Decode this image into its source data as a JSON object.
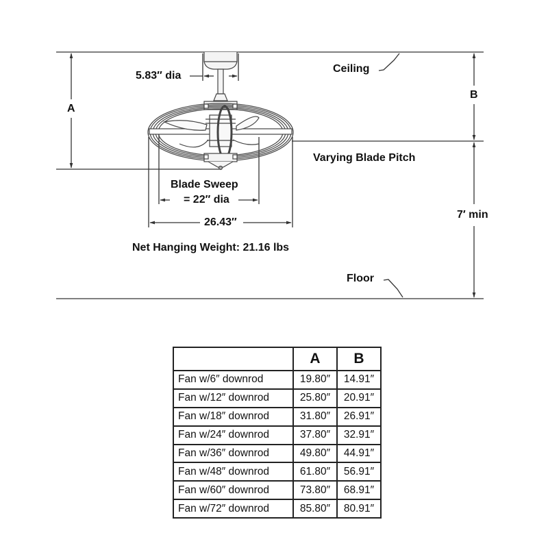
{
  "diagram": {
    "labels": {
      "canopy_dia": "5.83″ dia",
      "ceiling": "Ceiling",
      "dim_a": "A",
      "dim_b": "B",
      "blade_pitch": "Varying Blade Pitch",
      "blade_sweep_line1": "Blade Sweep",
      "blade_sweep_line2": "= 22″ dia",
      "overall_width": "26.43″",
      "net_weight": "Net Hanging Weight: 21.16 lbs",
      "min_height": "7′ min",
      "floor": "Floor"
    },
    "colors": {
      "line": "#333333",
      "fan_stroke": "#444444",
      "text": "#111111"
    }
  },
  "table": {
    "headers": [
      "",
      "A",
      "B"
    ],
    "rows": [
      {
        "label": "Fan w/6″ downrod",
        "a": "19.80″",
        "b": "14.91″"
      },
      {
        "label": "Fan w/12″ downrod",
        "a": "25.80″",
        "b": "20.91″"
      },
      {
        "label": "Fan w/18″ downrod",
        "a": "31.80″",
        "b": "26.91″"
      },
      {
        "label": "Fan w/24″ downrod",
        "a": "37.80″",
        "b": "32.91″"
      },
      {
        "label": "Fan w/36″ downrod",
        "a": "49.80″",
        "b": "44.91″"
      },
      {
        "label": "Fan w/48″ downrod",
        "a": "61.80″",
        "b": "56.91″"
      },
      {
        "label": "Fan w/60″ downrod",
        "a": "73.80″",
        "b": "68.91″"
      },
      {
        "label": "Fan w/72″ downrod",
        "a": "85.80″",
        "b": "80.91″"
      }
    ]
  }
}
